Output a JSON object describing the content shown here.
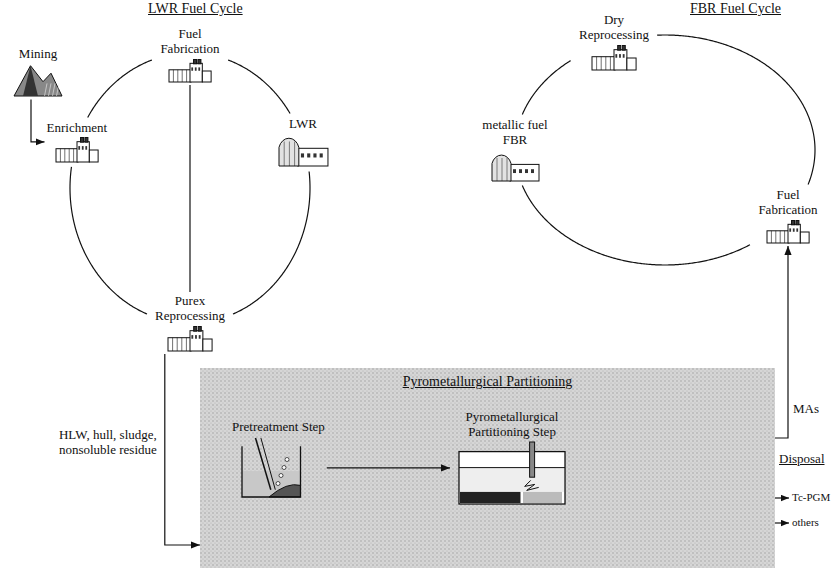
{
  "diagram": {
    "nodes": [
      {
        "text": [
          "Mining"
        ]
      },
      {
        "text": [
          "Enrichment"
        ]
      },
      {
        "text": [
          "Fuel Fabrication"
        ]
      },
      {
        "text": [
          "LWR"
        ]
      },
      {
        "text": [
          "Purex Reprocessing"
        ]
      },
      {
        "text": [
          "Dry Reprocessing"
        ]
      },
      {
        "text": [
          "metallic fuel FBR"
        ]
      },
      {
        "text": [
          "Fuel Fabrication"
        ]
      },
      {
        "text": [
          "Pyrometallurgical Partitioning"
        ]
      },
      {
        "text": [
          "Pretreatment Step"
        ],
        "in": 8
      },
      {
        "text": [
          "Pyrometallurgical Partitioning Step"
        ],
        "in": 8
      }
    ],
    "edges": [
      {
        "from": 0,
        "to": 1,
        "arrow": "to"
      },
      {
        "from": 1,
        "to": 2,
        "arrow": "none"
      },
      {
        "from": 2,
        "to": 3,
        "arrow": "none"
      },
      {
        "from": 3,
        "to": 4,
        "arrow": "none"
      },
      {
        "from": 4,
        "to": 1,
        "arrow": "none"
      },
      {
        "from": 2,
        "to": 4,
        "arrow": "none"
      },
      {
        "from": 4,
        "to": 8,
        "label": "HLW, hull, sludge, nonsoluble residue",
        "arrow": "to"
      },
      {
        "from": 5,
        "to": 7,
        "arrow": "none"
      },
      {
        "from": 7,
        "to": 6,
        "arrow": "none"
      },
      {
        "from": 6,
        "to": 5,
        "arrow": "none"
      },
      {
        "from": 9,
        "to": 10,
        "arrow": "to"
      },
      {
        "from": 8,
        "to": 7,
        "label": "MAs",
        "arrow": "to"
      }
    ],
    "labels": [
      "LWR Fuel Cycle",
      "FBR Fuel Cycle",
      "Disposal",
      "Tc-PGM",
      "others"
    ]
  }
}
